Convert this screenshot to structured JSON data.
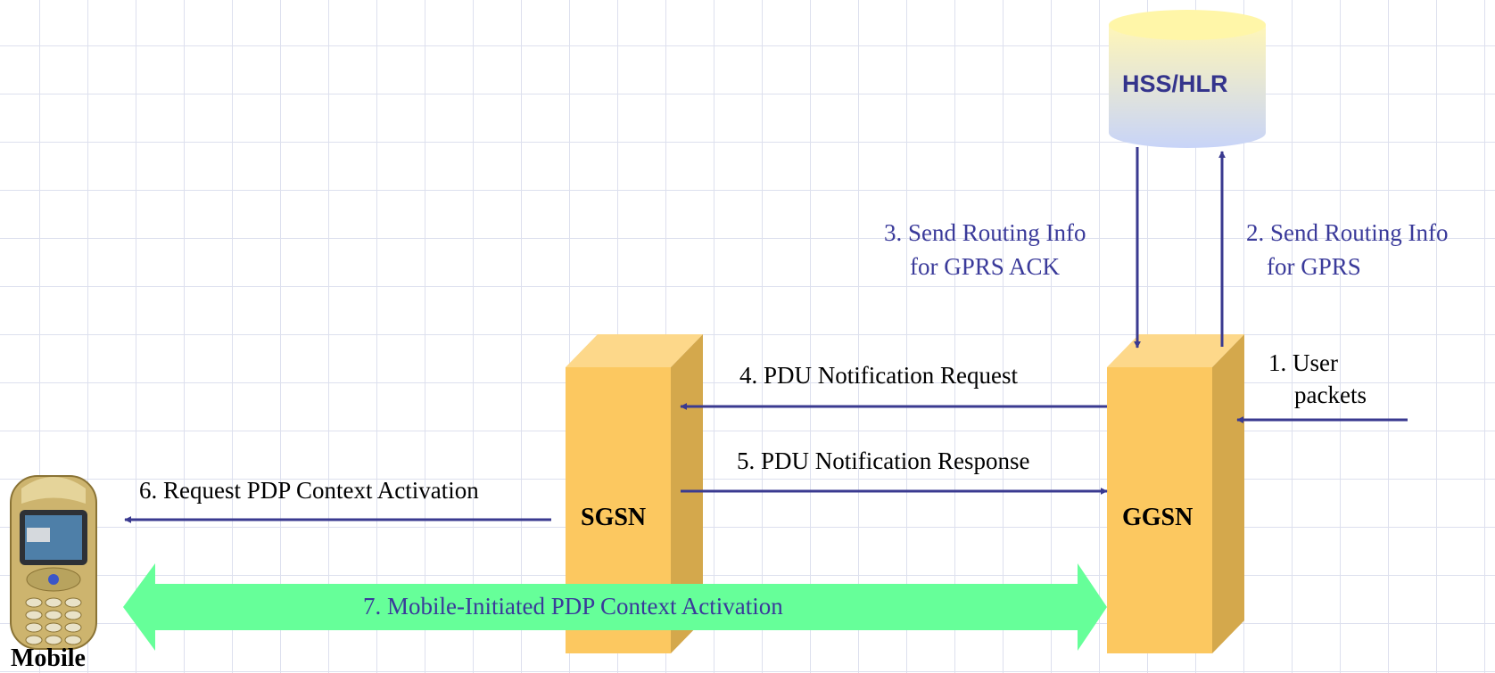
{
  "nodes": {
    "hss": "HSS/HLR",
    "sgsn": "SGSN",
    "ggsn": "GGSN",
    "mobile": "Mobile"
  },
  "messages": {
    "m1": [
      "1. User",
      "packets"
    ],
    "m2": [
      "2. Send Routing Info",
      "for GPRS"
    ],
    "m3": [
      "3. Send Routing Info",
      "for GPRS ACK"
    ],
    "m4": "4. PDU Notification Request",
    "m5": "5. PDU Notification Response",
    "m6": "6. Request PDP Context Activation",
    "m7": "7. Mobile-Initiated PDP Context Activation"
  },
  "colors": {
    "node_fill": "#fcc860",
    "node_top": "#fdd88a",
    "node_side": "#d4a84c",
    "arrow": "#3a3a90",
    "activation_arrow": "#66ff99",
    "label_blue": "#3a3a9a"
  }
}
